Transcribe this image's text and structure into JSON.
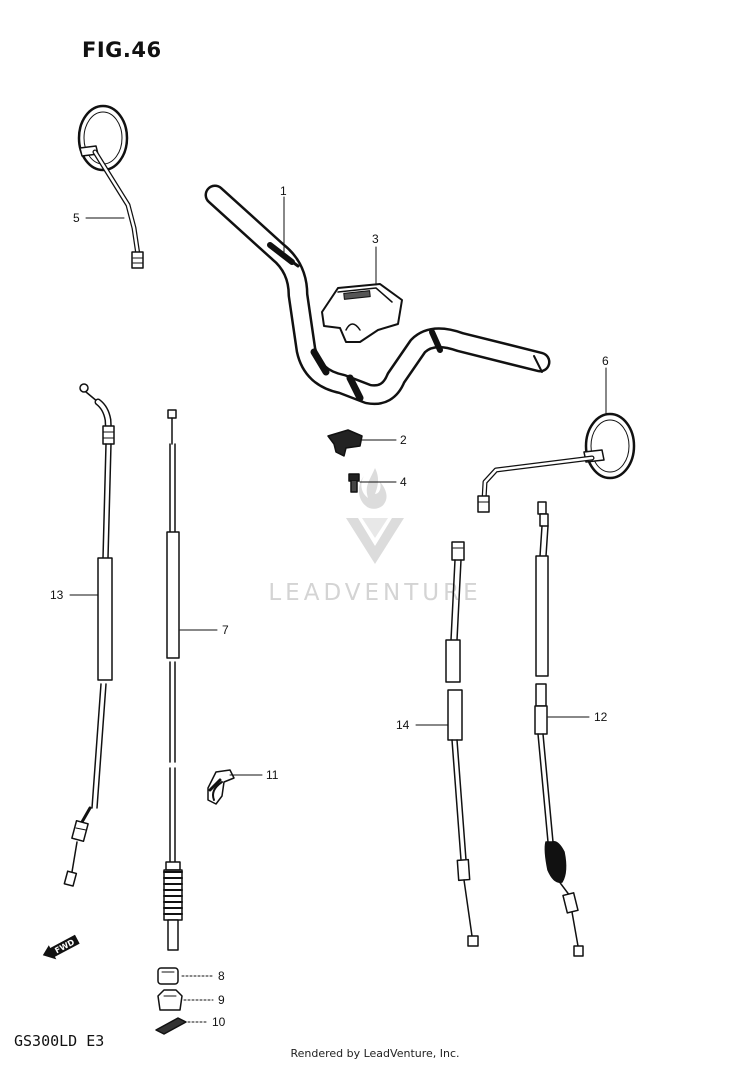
{
  "figure": {
    "title": "FIG.46"
  },
  "model": "GS300LD E3",
  "footer": "Rendered by LeadVenture, Inc.",
  "watermark": {
    "text": "LEADVENTURE"
  },
  "fwd_label": "FWD",
  "callouts": [
    {
      "id": "1",
      "label": "1"
    },
    {
      "id": "2",
      "label": "2"
    },
    {
      "id": "3",
      "label": "3"
    },
    {
      "id": "4",
      "label": "4"
    },
    {
      "id": "5",
      "label": "5"
    },
    {
      "id": "6",
      "label": "6"
    },
    {
      "id": "7",
      "label": "7"
    },
    {
      "id": "8",
      "label": "8"
    },
    {
      "id": "9",
      "label": "9"
    },
    {
      "id": "10",
      "label": "10"
    },
    {
      "id": "11",
      "label": "11"
    },
    {
      "id": "12",
      "label": "12"
    },
    {
      "id": "13",
      "label": "13"
    },
    {
      "id": "14",
      "label": "14"
    }
  ],
  "colors": {
    "ink": "#111111",
    "watermark": "#d4d4d4"
  }
}
